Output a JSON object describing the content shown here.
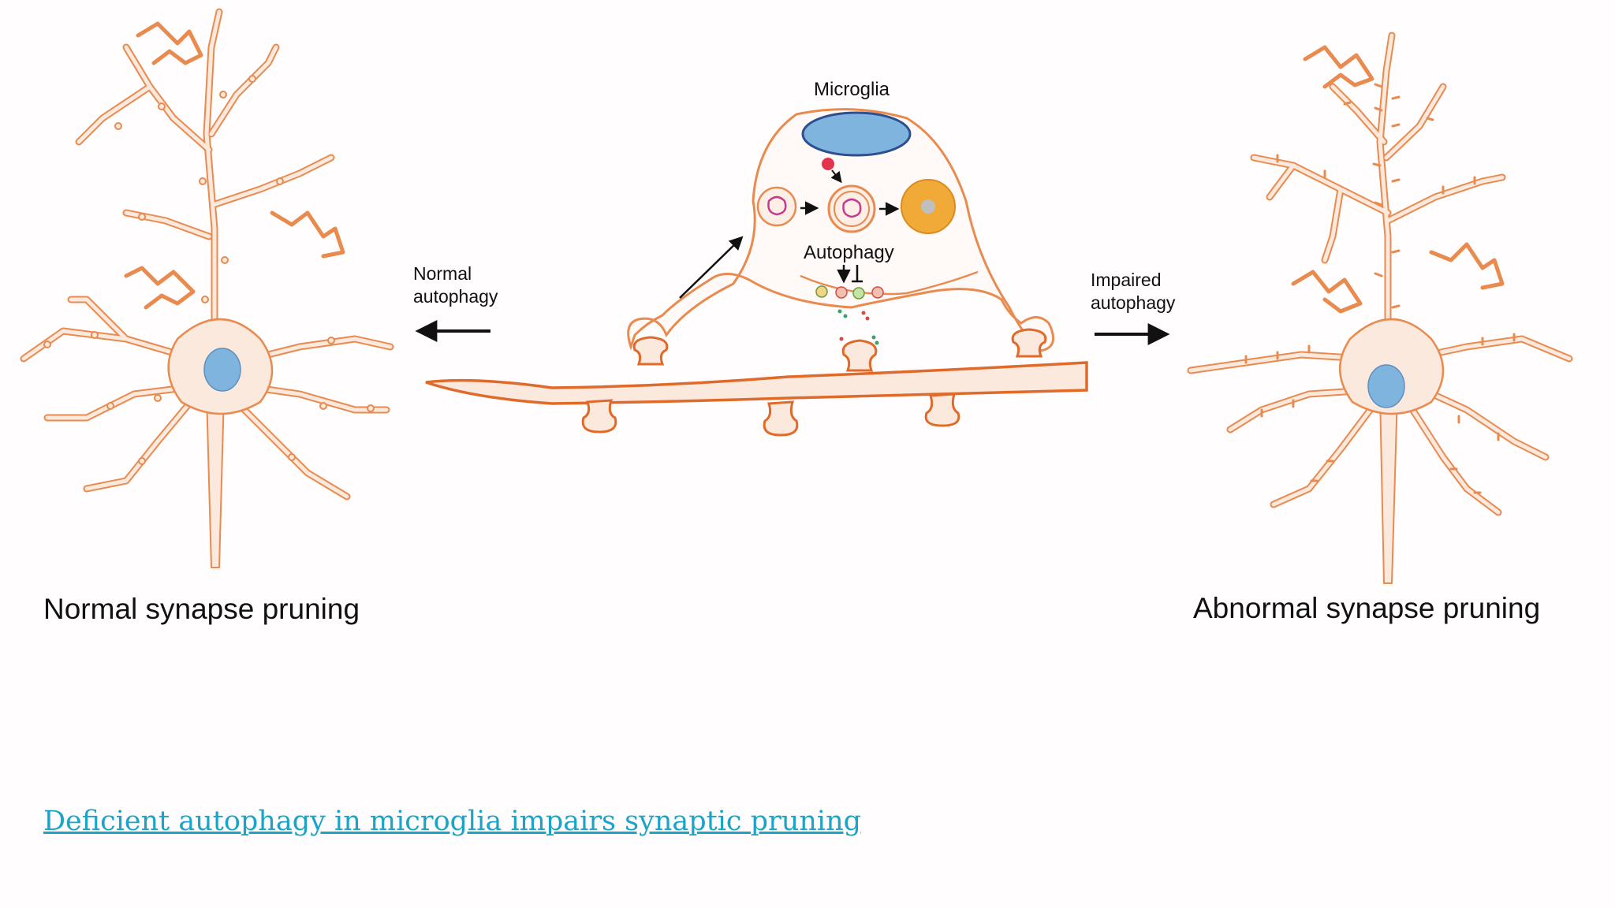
{
  "figure": {
    "microglia_label": "Microglia",
    "autophagy_label": "Autophagy",
    "normal_autophagy_line1": "Normal",
    "normal_autophagy_line2": "autophagy",
    "impaired_autophagy_line1": "Impaired",
    "impaired_autophagy_line2": "autophagy",
    "left_caption": "Normal synapse pruning",
    "right_caption": "Abnormal synapse pruning"
  },
  "link": {
    "text": "Deficient autophagy in microglia impairs synaptic pruning"
  },
  "colors": {
    "neuron_outline": "#e98a4f",
    "neuron_fill": "#fbe9dd",
    "nucleus": "#7fb4de",
    "axon": "#e06a2a",
    "lysosome": "#f1a938",
    "accent_red": "#e3344d"
  }
}
